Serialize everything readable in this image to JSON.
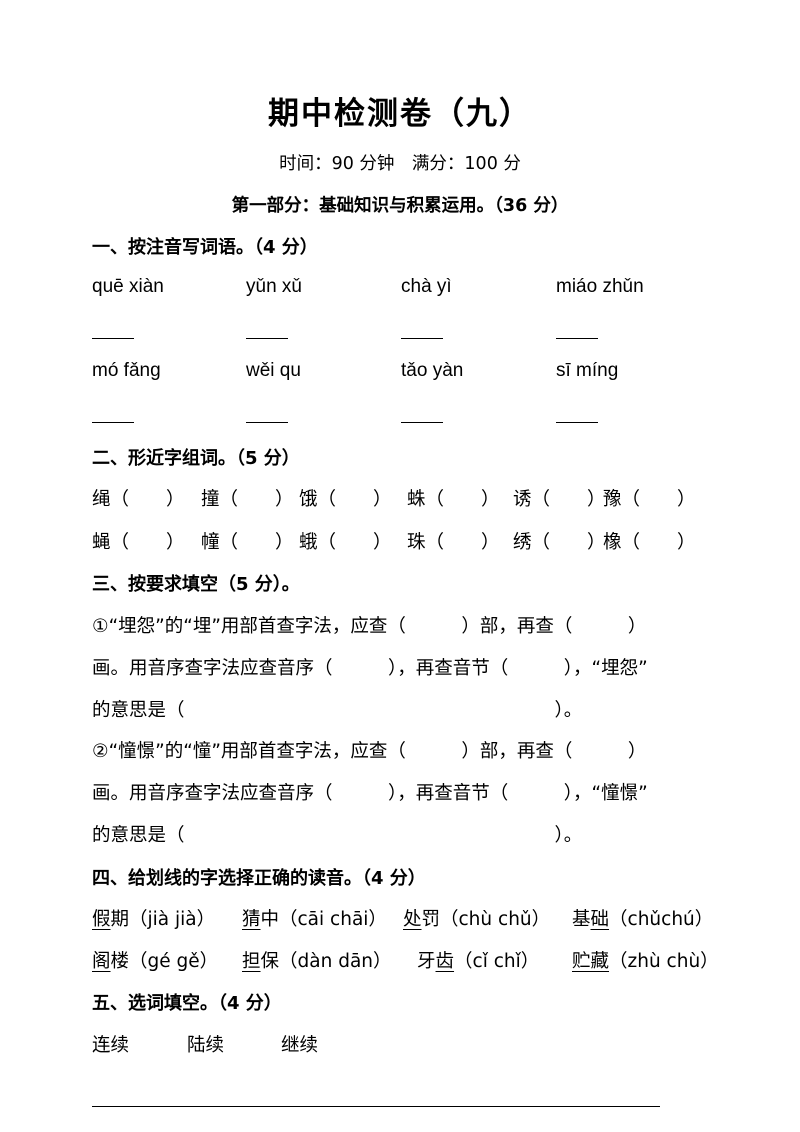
{
  "title": "期中检测卷（九）",
  "info": "时间：90 分钟　满分：100 分",
  "part1": "第一部分：基础知识与积累运用。（36 分）",
  "sec1": {
    "heading": "一、按注音写词语。（4 分）",
    "row1": [
      "quē xiàn",
      "yǔn xǔ",
      "chà yì",
      "miáo zhǔn"
    ],
    "row2": [
      "mó fǎng",
      "wěi qu",
      "tǎo yàn",
      "sī míng"
    ]
  },
  "sec2": {
    "heading": "二、形近字组词。（5 分）",
    "row1": [
      "绳（　　）",
      "撞（　　）",
      "饿（　　）",
      "蛛（　　）",
      "诱（　　）",
      "豫（　　）"
    ],
    "row2": [
      "蝇（　　）",
      "幢（　　）",
      "蛾（　　）",
      "珠（　　）",
      "绣（　　）",
      "橡（　　）"
    ]
  },
  "sec3": {
    "heading": "三、按要求填空（5 分）。",
    "q1_line1": "①“埋怨”的“埋”用部首查字法，应查（　　　）部，再查（　　　）",
    "q1_line2": "画。用音序查字法应查音序（　　　），再查音节（　　　），“埋怨”",
    "q1_line3": "的意思是（　　　　　　　　　　　　　　　　　　　　）。",
    "q2_line1": "②“憧憬”的“憧”用部首查字法，应查（　　　）部，再查（　　　）",
    "q2_line2": "画。用音序查字法应查音序（　　　），再查音节（　　　），“憧憬”",
    "q2_line3": "的意思是（　　　　　　　　　　　　　　　　　　　　）。"
  },
  "sec4": {
    "heading": "四、给划线的字选择正确的读音。（4 分）",
    "row1": [
      {
        "u": "假",
        "rest": "期（jià jià）"
      },
      {
        "u": "猜",
        "rest": "中（cāi chāi）"
      },
      {
        "u": "处",
        "rest": "罚（chù chǔ）"
      },
      {
        "pre": "基",
        "u": "础",
        "rest": "（chǔchú）"
      }
    ],
    "row2": [
      {
        "u": "阁",
        "rest": "楼（gé gě）"
      },
      {
        "u": "担",
        "rest": "保（dàn dān）"
      },
      {
        "pre": "牙",
        "u": "齿",
        "rest": "（cǐ chǐ）"
      },
      {
        "u": "贮藏",
        "rest": "（zhù chù）"
      }
    ]
  },
  "sec5": {
    "heading": "五、选词填空。（4 分）",
    "words": [
      "连续",
      "陆续",
      "继续"
    ]
  }
}
